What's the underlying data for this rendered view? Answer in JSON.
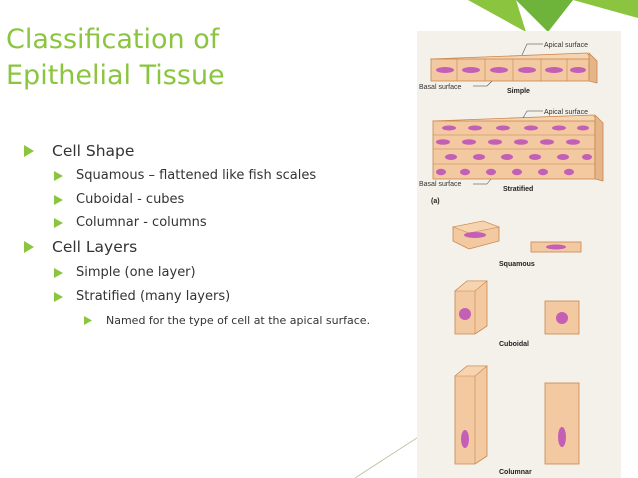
{
  "title": {
    "line1": "Classification of",
    "line2": "Epithelial Tissue"
  },
  "bullets": {
    "cell_shape": "Cell Shape",
    "squamous": "Squamous – flattened like fish scales",
    "cuboidal": "Cuboidal - cubes",
    "columnar": "Columnar - columns",
    "cell_layers": "Cell Layers",
    "simple": "Simple (one layer)",
    "stratified": "Stratified (many layers)",
    "named_for": "Named for the type of cell at the apical surface."
  },
  "figure": {
    "apical_surface_1": "Apical surface",
    "basal_surface_1": "Basal surface",
    "simple": "Simple",
    "apical_surface_2": "Apical surface",
    "basal_surface_2": "Basal surface",
    "stratified": "Stratified",
    "panel_a": "(a)",
    "squamous": "Squamous",
    "cuboidal": "Cuboidal",
    "columnar": "Columnar"
  },
  "colors": {
    "title": "#8bc53f",
    "accent_green": "#8bc53f",
    "accent_dark_green": "#5a9e2a",
    "bullet_arrow": "#8bc53f",
    "cell_fill": "#f2c9a0",
    "cell_border": "#c9874e",
    "nucleus": "#c45fb6"
  },
  "icons": {
    "bullet": "right-triangle-arrow-icon"
  }
}
